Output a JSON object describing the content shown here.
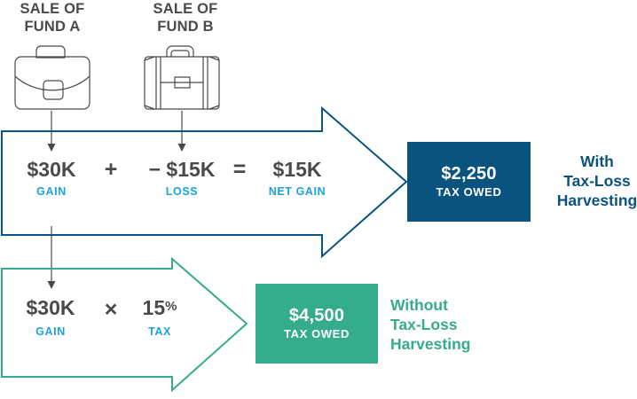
{
  "headings": {
    "fund_a": "SALE OF\nFUND A",
    "fund_b": "SALE OF\nFUND B"
  },
  "icons": {
    "fund_a": "briefcase-icon",
    "fund_b": "suitcase-icon"
  },
  "colors": {
    "dark_blue": "#0b537f",
    "green": "#35ac8b",
    "cyan_label": "#1ba3e0",
    "gray_text": "#4a4a4a",
    "white": "#ffffff"
  },
  "row_with_harvesting": {
    "arrow_color": "#0b537f",
    "terms": [
      {
        "amount": "$30K",
        "label": "GAIN"
      },
      {
        "amount": "− $15K",
        "label": "LOSS"
      },
      {
        "amount": "$15K",
        "label": "NET GAIN"
      }
    ],
    "operators": {
      "plus": "+",
      "equals": "="
    },
    "result": {
      "value": "$2,250",
      "caption": "TAX OWED"
    },
    "outcome": "With\nTax-Loss\nHarvesting"
  },
  "row_without_harvesting": {
    "arrow_color": "#35ac8b",
    "terms": [
      {
        "amount": "$30K",
        "label": "GAIN"
      },
      {
        "amount": "15",
        "amount_suffix": "%",
        "label": "TAX"
      }
    ],
    "operators": {
      "times": "×"
    },
    "result": {
      "value": "$4,500",
      "caption": "TAX OWED"
    },
    "outcome": "Without\nTax-Loss\nHarvesting"
  },
  "chart_data": {
    "type": "diagram",
    "title": "Tax-Loss Harvesting Comparison",
    "scenarios": [
      {
        "name": "With Tax-Loss Harvesting",
        "gain": 30000,
        "loss": -15000,
        "net_gain": 15000,
        "tax_rate_percent": 15,
        "tax_owed": 2250,
        "color": "#0b537f"
      },
      {
        "name": "Without Tax-Loss Harvesting",
        "gain": 30000,
        "loss": 0,
        "net_gain": 30000,
        "tax_rate_percent": 15,
        "tax_owed": 4500,
        "color": "#35ac8b"
      }
    ]
  }
}
